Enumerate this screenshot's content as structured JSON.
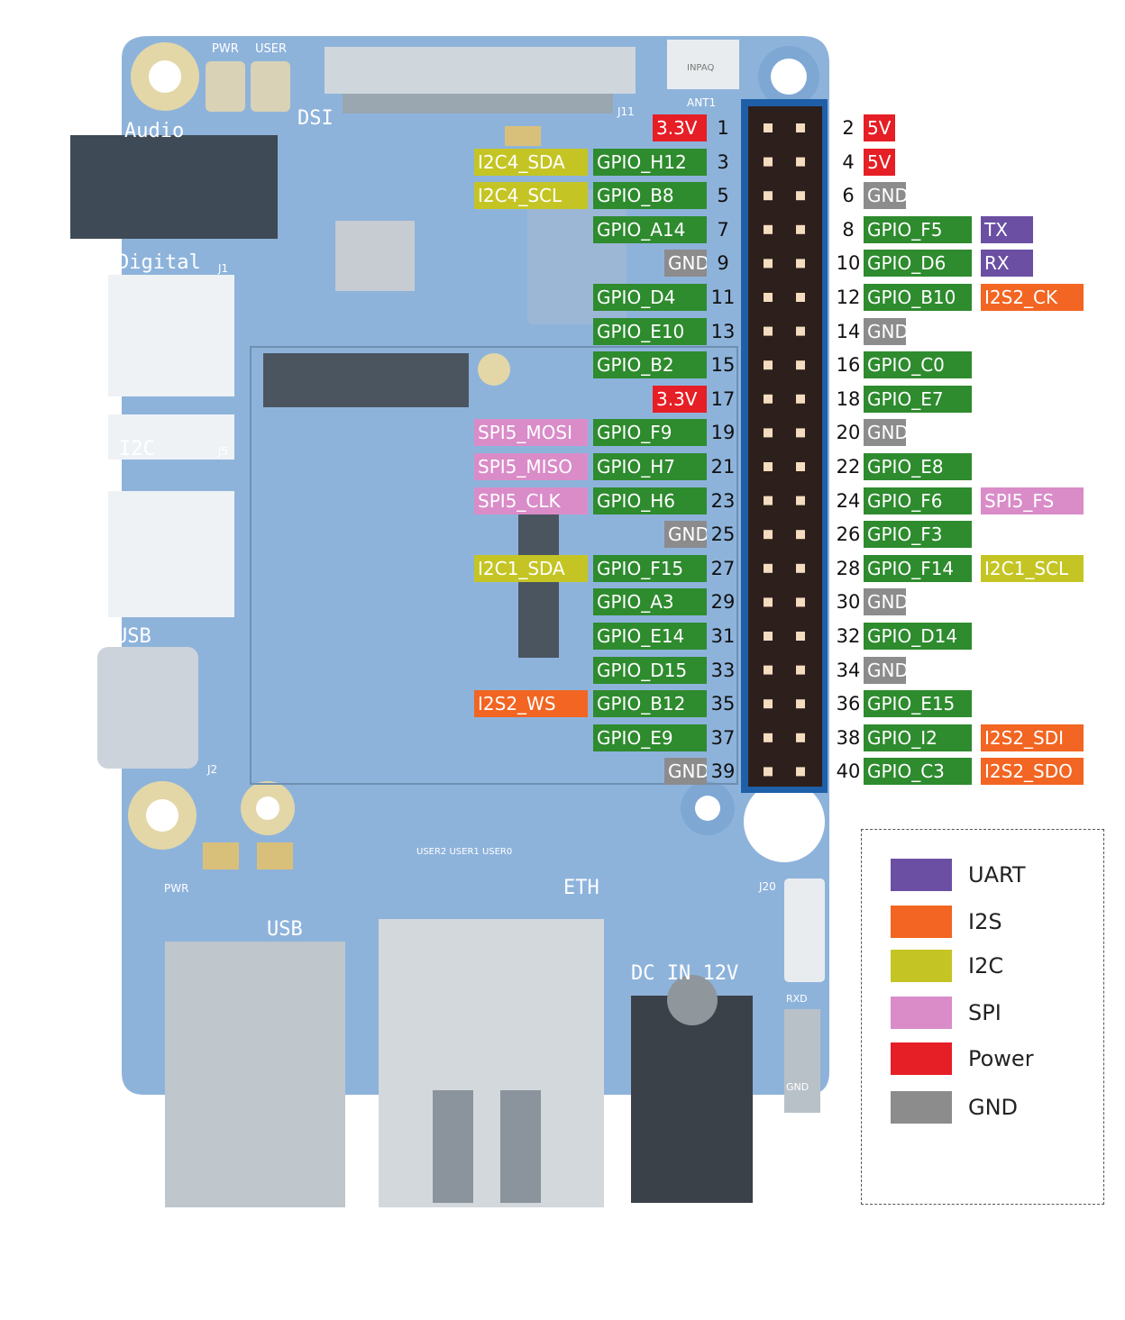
{
  "colors": {
    "GPIO": "#2e8b2e",
    "UART": "#6a4fa3",
    "I2S": "#f26522",
    "I2C": "#c4c524",
    "SPI": "#d98cc8",
    "Power": "#e61e25",
    "GND": "#8c8c8c"
  },
  "board": {
    "silkscreen": {
      "pwr": "PWR",
      "user": "USER",
      "dsi": "DSI",
      "audio": "Audio",
      "digital": "Digital",
      "i2c": "I2C",
      "usb_c": "USB",
      "eth": "ETH",
      "usb_a": "USB",
      "dc_in": "DC IN 12V",
      "ant": "ANT1",
      "j11": "J11",
      "j1": "J1",
      "j5": "J5",
      "j2": "J2",
      "j20": "J20",
      "pwr2": "PWR",
      "usr": "USER2 USER1 USER0",
      "rxd": "RXD",
      "gnd": "GND",
      "logo": "INPAQ"
    }
  },
  "pins_left": [
    {
      "num": "1",
      "labels": [
        {
          "text": "3.3V",
          "type": "Power"
        }
      ]
    },
    {
      "num": "3",
      "labels": [
        {
          "text": "GPIO_H12",
          "type": "GPIO"
        },
        {
          "text": "I2C4_SDA",
          "type": "I2C"
        }
      ]
    },
    {
      "num": "5",
      "labels": [
        {
          "text": "GPIO_B8",
          "type": "GPIO"
        },
        {
          "text": "I2C4_SCL",
          "type": "I2C"
        }
      ]
    },
    {
      "num": "7",
      "labels": [
        {
          "text": "GPIO_A14",
          "type": "GPIO"
        }
      ]
    },
    {
      "num": "9",
      "labels": [
        {
          "text": "GND",
          "type": "GND"
        }
      ]
    },
    {
      "num": "11",
      "labels": [
        {
          "text": "GPIO_D4",
          "type": "GPIO"
        }
      ]
    },
    {
      "num": "13",
      "labels": [
        {
          "text": "GPIO_E10",
          "type": "GPIO"
        }
      ]
    },
    {
      "num": "15",
      "labels": [
        {
          "text": "GPIO_B2",
          "type": "GPIO"
        }
      ]
    },
    {
      "num": "17",
      "labels": [
        {
          "text": "3.3V",
          "type": "Power"
        }
      ]
    },
    {
      "num": "19",
      "labels": [
        {
          "text": "GPIO_F9",
          "type": "GPIO"
        },
        {
          "text": "SPI5_MOSI",
          "type": "SPI"
        }
      ]
    },
    {
      "num": "21",
      "labels": [
        {
          "text": "GPIO_H7",
          "type": "GPIO"
        },
        {
          "text": "SPI5_MISO",
          "type": "SPI"
        }
      ]
    },
    {
      "num": "23",
      "labels": [
        {
          "text": "GPIO_H6",
          "type": "GPIO"
        },
        {
          "text": "SPI5_CLK",
          "type": "SPI"
        }
      ]
    },
    {
      "num": "25",
      "labels": [
        {
          "text": "GND",
          "type": "GND"
        }
      ]
    },
    {
      "num": "27",
      "labels": [
        {
          "text": "GPIO_F15",
          "type": "GPIO"
        },
        {
          "text": "I2C1_SDA",
          "type": "I2C"
        }
      ]
    },
    {
      "num": "29",
      "labels": [
        {
          "text": "GPIO_A3",
          "type": "GPIO"
        }
      ]
    },
    {
      "num": "31",
      "labels": [
        {
          "text": "GPIO_E14",
          "type": "GPIO"
        }
      ]
    },
    {
      "num": "33",
      "labels": [
        {
          "text": "GPIO_D15",
          "type": "GPIO"
        }
      ]
    },
    {
      "num": "35",
      "labels": [
        {
          "text": "GPIO_B12",
          "type": "GPIO"
        },
        {
          "text": "I2S2_WS",
          "type": "I2S"
        }
      ]
    },
    {
      "num": "37",
      "labels": [
        {
          "text": "GPIO_E9",
          "type": "GPIO"
        }
      ]
    },
    {
      "num": "39",
      "labels": [
        {
          "text": "GND",
          "type": "GND"
        }
      ]
    }
  ],
  "pins_right": [
    {
      "num": "2",
      "labels": [
        {
          "text": "5V",
          "type": "Power"
        }
      ]
    },
    {
      "num": "4",
      "labels": [
        {
          "text": "5V",
          "type": "Power"
        }
      ]
    },
    {
      "num": "6",
      "labels": [
        {
          "text": "GND",
          "type": "GND"
        }
      ]
    },
    {
      "num": "8",
      "labels": [
        {
          "text": "GPIO_F5",
          "type": "GPIO"
        },
        {
          "text": "TX",
          "type": "UART"
        }
      ]
    },
    {
      "num": "10",
      "labels": [
        {
          "text": "GPIO_D6",
          "type": "GPIO"
        },
        {
          "text": "RX",
          "type": "UART"
        }
      ]
    },
    {
      "num": "12",
      "labels": [
        {
          "text": "GPIO_B10",
          "type": "GPIO"
        },
        {
          "text": "I2S2_CK",
          "type": "I2S"
        }
      ]
    },
    {
      "num": "14",
      "labels": [
        {
          "text": "GND",
          "type": "GND"
        }
      ]
    },
    {
      "num": "16",
      "labels": [
        {
          "text": "GPIO_C0",
          "type": "GPIO"
        }
      ]
    },
    {
      "num": "18",
      "labels": [
        {
          "text": "GPIO_E7",
          "type": "GPIO"
        }
      ]
    },
    {
      "num": "20",
      "labels": [
        {
          "text": "GND",
          "type": "GND"
        }
      ]
    },
    {
      "num": "22",
      "labels": [
        {
          "text": "GPIO_E8",
          "type": "GPIO"
        }
      ]
    },
    {
      "num": "24",
      "labels": [
        {
          "text": "GPIO_F6",
          "type": "GPIO"
        },
        {
          "text": "SPI5_FS",
          "type": "SPI"
        }
      ]
    },
    {
      "num": "26",
      "labels": [
        {
          "text": "GPIO_F3",
          "type": "GPIO"
        }
      ]
    },
    {
      "num": "28",
      "labels": [
        {
          "text": "GPIO_F14",
          "type": "GPIO"
        },
        {
          "text": "I2C1_SCL",
          "type": "I2C"
        }
      ]
    },
    {
      "num": "30",
      "labels": [
        {
          "text": "GND",
          "type": "GND"
        }
      ]
    },
    {
      "num": "32",
      "labels": [
        {
          "text": "GPIO_D14",
          "type": "GPIO"
        }
      ]
    },
    {
      "num": "34",
      "labels": [
        {
          "text": "GND",
          "type": "GND"
        }
      ]
    },
    {
      "num": "36",
      "labels": [
        {
          "text": "GPIO_E15",
          "type": "GPIO"
        }
      ]
    },
    {
      "num": "38",
      "labels": [
        {
          "text": "GPIO_I2",
          "type": "GPIO"
        },
        {
          "text": "I2S2_SDI",
          "type": "I2S"
        }
      ]
    },
    {
      "num": "40",
      "labels": [
        {
          "text": "GPIO_C3",
          "type": "GPIO"
        },
        {
          "text": "I2S2_SDO",
          "type": "I2S"
        }
      ]
    }
  ],
  "legend": [
    {
      "label": "UART",
      "type": "UART"
    },
    {
      "label": "I2S",
      "type": "I2S"
    },
    {
      "label": "I2C",
      "type": "I2C"
    },
    {
      "label": "SPI",
      "type": "SPI"
    },
    {
      "label": "Power",
      "type": "Power"
    },
    {
      "label": "GND",
      "type": "GND"
    }
  ]
}
